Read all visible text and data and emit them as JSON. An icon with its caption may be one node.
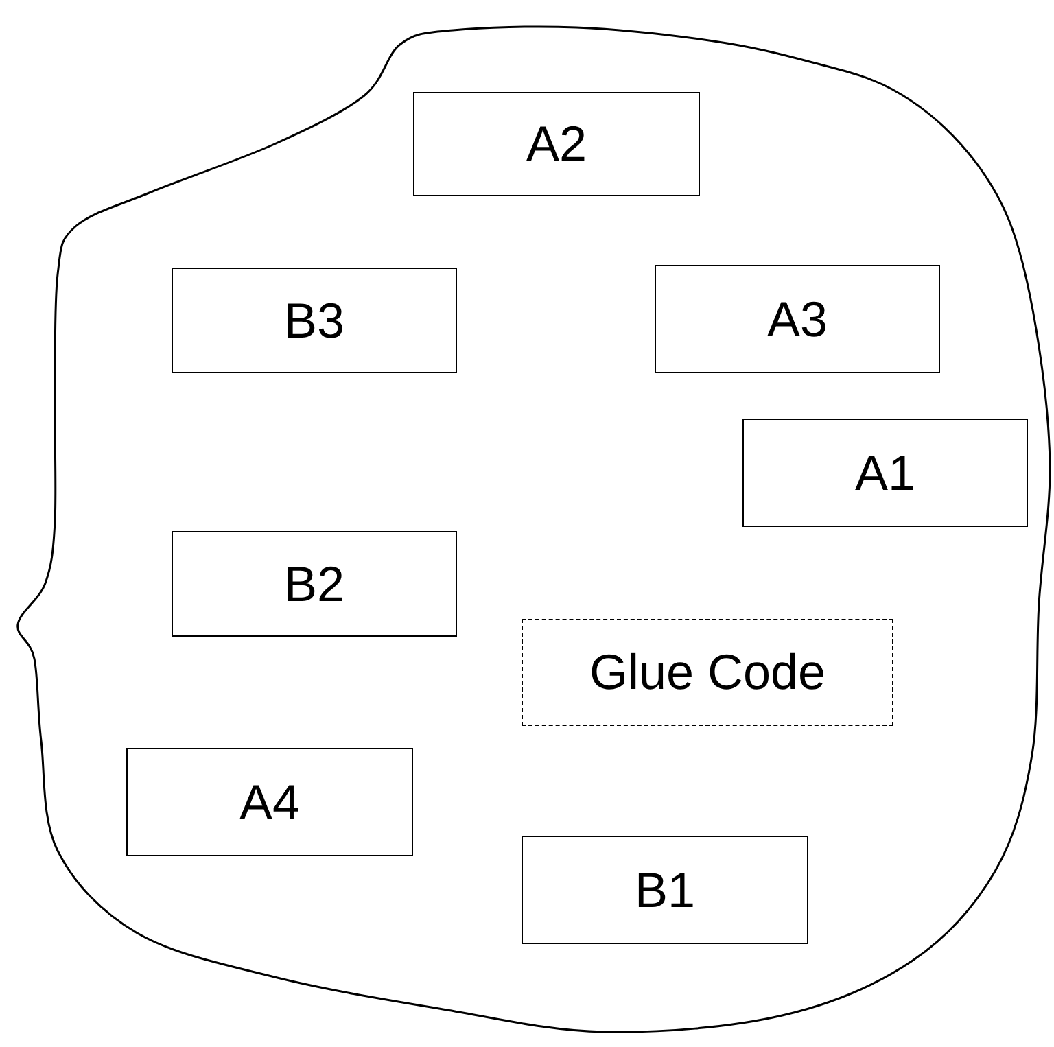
{
  "diagram": {
    "nodes": [
      {
        "text": [],
        "shape": "cloud"
      },
      {
        "text": [
          "A2"
        ],
        "in": 0
      },
      {
        "text": [
          "B3"
        ],
        "in": 0
      },
      {
        "text": [
          "A3"
        ],
        "in": 0
      },
      {
        "text": [
          "A1"
        ],
        "in": 0
      },
      {
        "text": [
          "B2"
        ],
        "in": 0
      },
      {
        "text": [
          "Glue Code"
        ],
        "in": 0
      },
      {
        "text": [
          "A4"
        ],
        "in": 0
      },
      {
        "text": [
          "B1"
        ],
        "in": 0
      }
    ]
  }
}
